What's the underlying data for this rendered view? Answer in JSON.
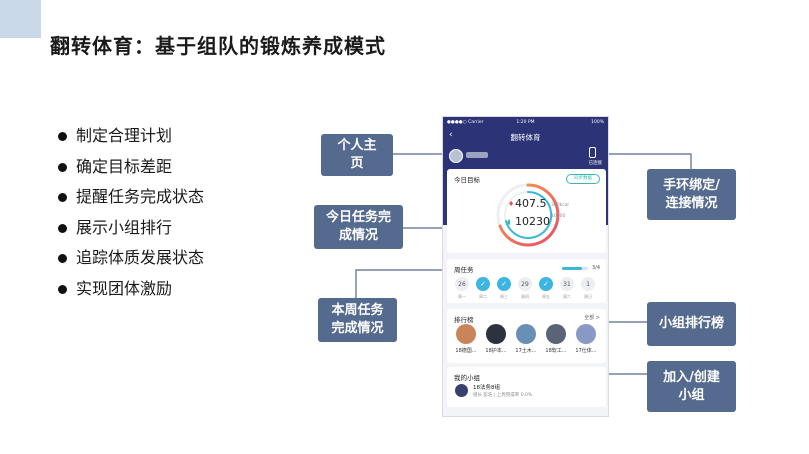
{
  "slide": {
    "title": "翻转体育：基于组队的锻炼养成模式",
    "bullets": [
      "制定合理计划",
      "确定目标差距",
      "提醒任务完成状态",
      "展示小组排行",
      "追踪体质发展状态",
      "实现团体激励"
    ]
  },
  "annotations": {
    "personal_page": "个人主\n页",
    "today_task": "今日任务完\n成情况",
    "weekly_task": "本周任务\n完成情况",
    "bracelet": "手环绑定/\n连接情况",
    "group_rank": "小组排行榜",
    "join_group": "加入/创建\n小组"
  },
  "phone": {
    "status": {
      "carrier": "●●●●○ Carrier",
      "time": "1:20 PM",
      "battery": "100%"
    },
    "nav_title": "翻转体育",
    "back_icon": "chevron-left-icon",
    "bracelet_label": "已连接",
    "today": {
      "title": "今日目标",
      "sync_label": "同步数据",
      "calories": "407.5",
      "calories_unit": "300kcal",
      "steps": "10230",
      "steps_unit": "10000",
      "colors": {
        "ring_outer_start": "#f5a04a",
        "ring_outer_end": "#e84b6a",
        "ring_inner": "#3bb8d6"
      }
    },
    "week": {
      "title": "周任务",
      "progress_label": "3/4",
      "progress_fraction": 0.75,
      "days": [
        {
          "value": "26",
          "label": "周一",
          "done": false
        },
        {
          "value": "✓",
          "label": "周二",
          "done": true
        },
        {
          "value": "✓",
          "label": "周三",
          "done": true
        },
        {
          "value": "29",
          "label": "周四",
          "done": false
        },
        {
          "value": "✓",
          "label": "周五",
          "done": true
        },
        {
          "value": "31",
          "label": "周六",
          "done": false
        },
        {
          "value": "1",
          "label": "周日",
          "done": false
        }
      ]
    },
    "rank": {
      "title": "排行榜",
      "more_label": "全部 >",
      "items": [
        {
          "name": "18德国...",
          "color": "#c9845a"
        },
        {
          "name": "18护本...",
          "color": "#2d3140"
        },
        {
          "name": "17土木...",
          "color": "#6a8fb5"
        },
        {
          "name": "18软工...",
          "color": "#5a6478"
        },
        {
          "name": "17仕体...",
          "color": "#8a99c4"
        }
      ]
    },
    "group": {
      "title": "我的小组",
      "name": "18法务8组",
      "meta": "组长 彭浩  |  上周完成率 0.0%"
    }
  }
}
